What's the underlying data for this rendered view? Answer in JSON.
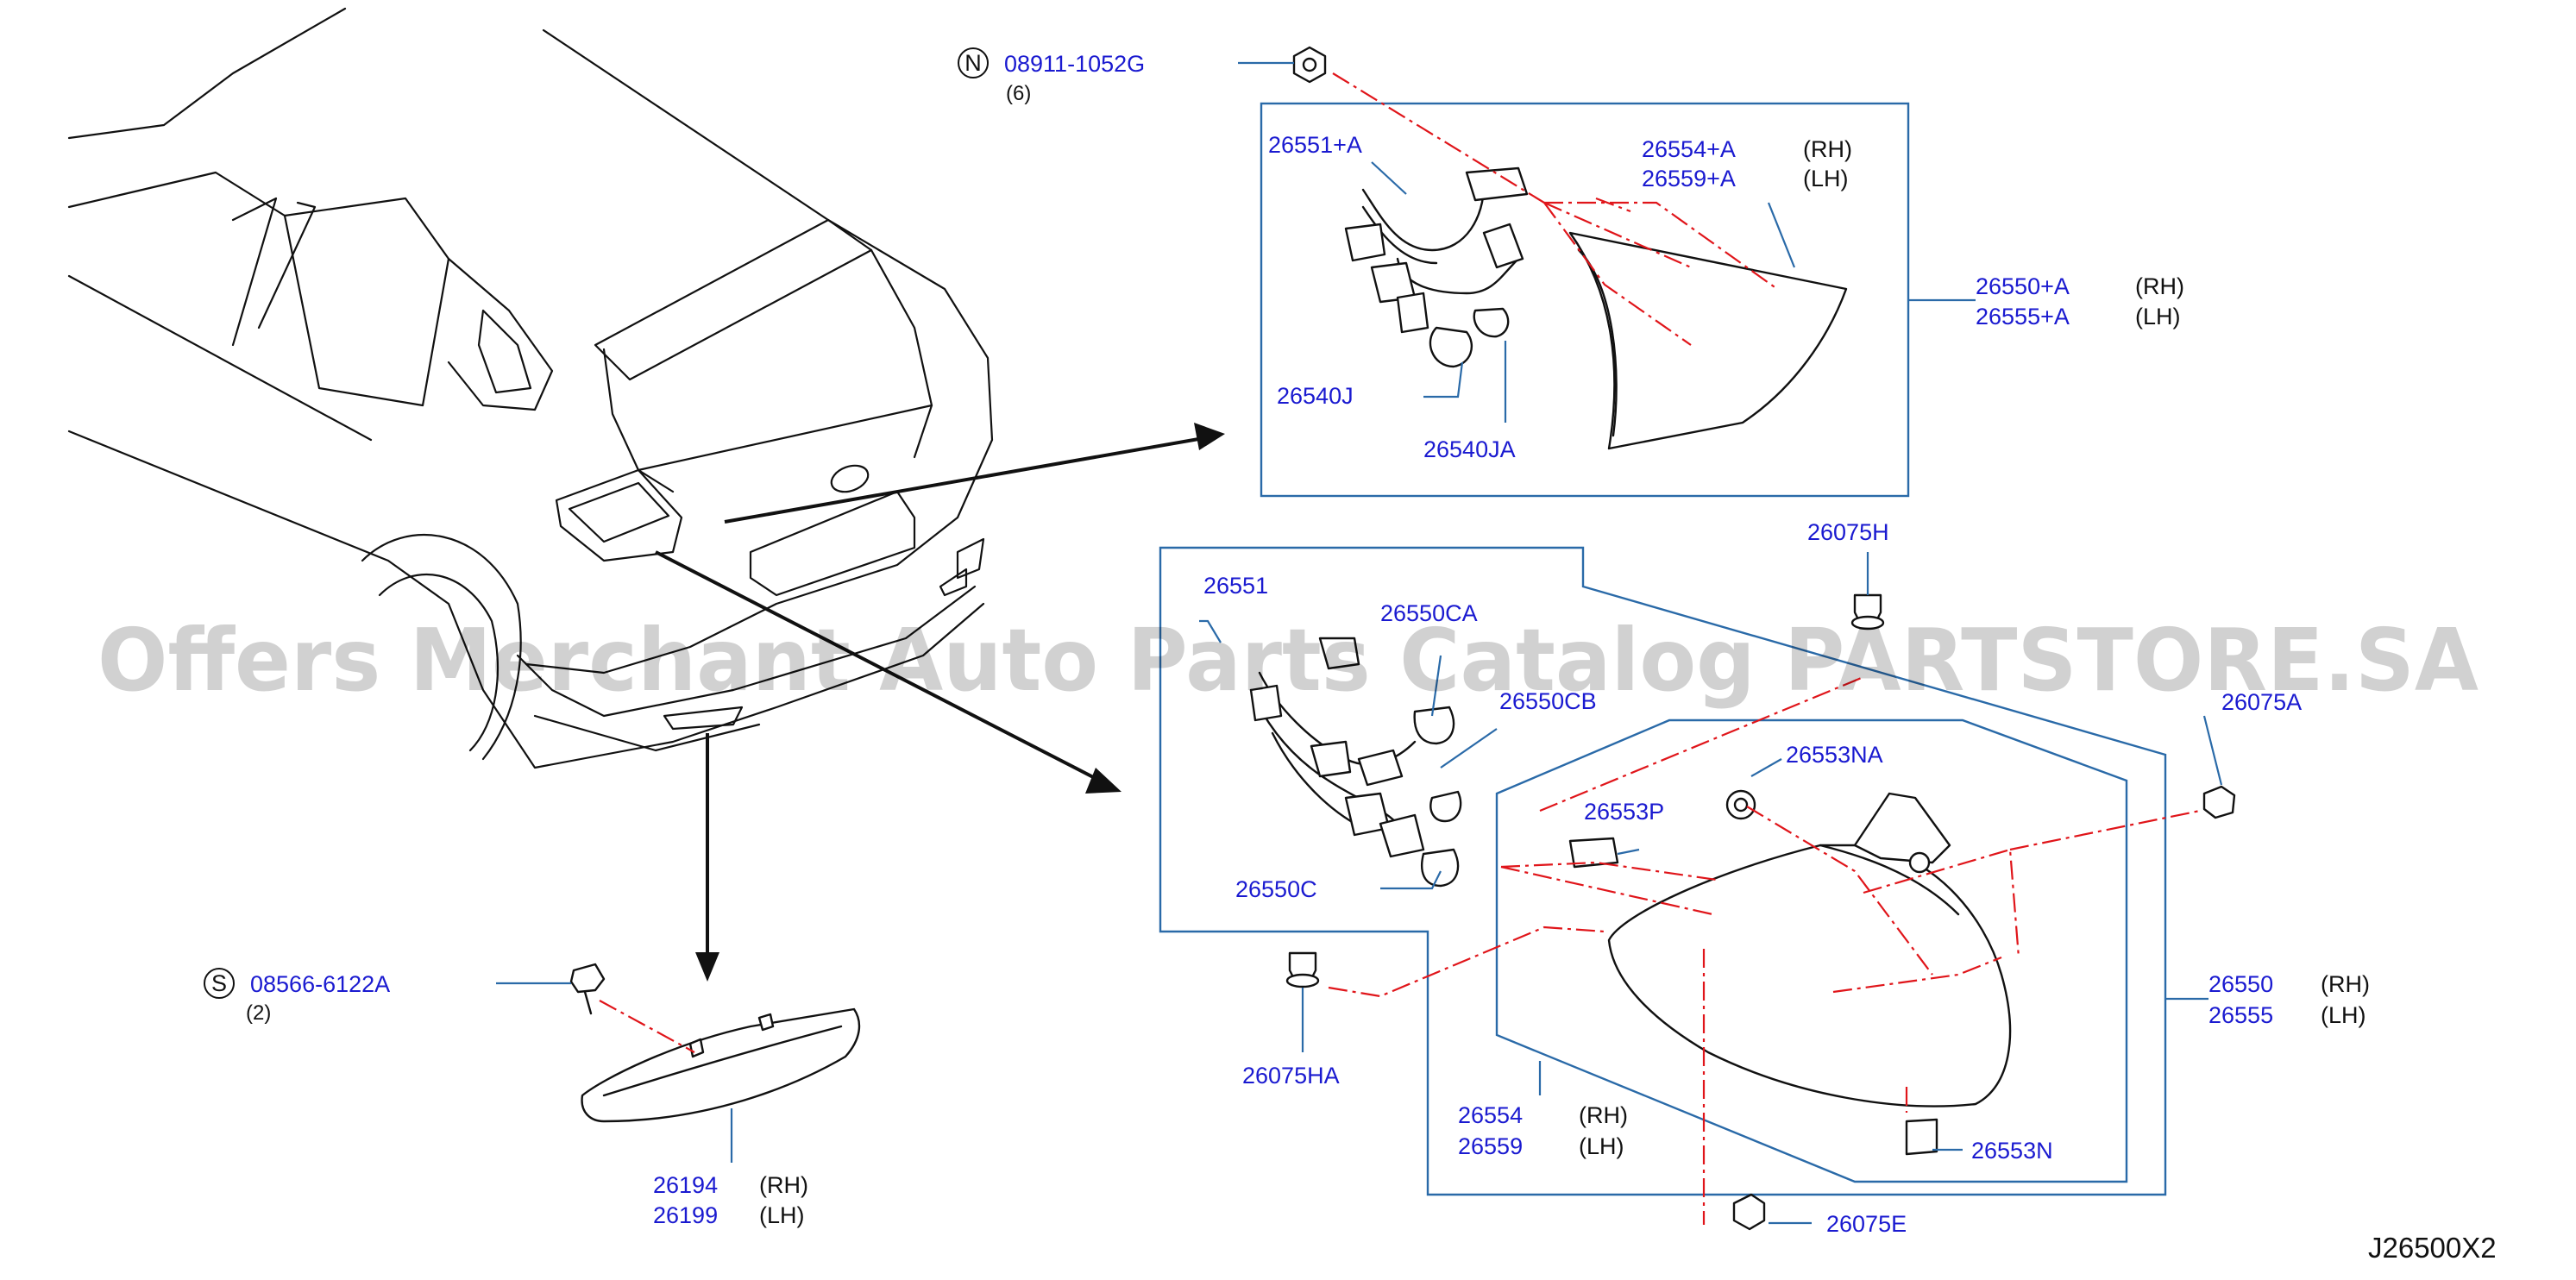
{
  "diagram_code": "J26500X2",
  "watermark": "Offers Merchant Auto Parts Catalog PARTSTORE.SA",
  "callouts": {
    "nut_symbol": "N",
    "nut_pn": "08911-1052G",
    "nut_qty": "(6)",
    "screw_symbol": "S",
    "screw_pn": "08566-6122A",
    "screw_qty": "(2)"
  },
  "parts": {
    "p26551A": "26551+A",
    "p26554A": "26554+A",
    "p26559A": "26559+A",
    "p26550A": "26550+A",
    "p26555A": "26555+A",
    "p26540J": "26540J",
    "p26540JA": "26540JA",
    "p26075H": "26075H",
    "p26551": "26551",
    "p26550CA": "26550CA",
    "p26550CB": "26550CB",
    "p26550C": "26550C",
    "p26553NA": "26553NA",
    "p26553P": "26553P",
    "p26075A": "26075A",
    "p26550": "26550",
    "p26555": "26555",
    "p26075HA": "26075HA",
    "p26554": "26554",
    "p26559": "26559",
    "p26553N": "26553N",
    "p26075E": "26075E",
    "p26194": "26194",
    "p26199": "26199"
  },
  "sides": {
    "rh": "(RH)",
    "lh": "(LH)"
  }
}
